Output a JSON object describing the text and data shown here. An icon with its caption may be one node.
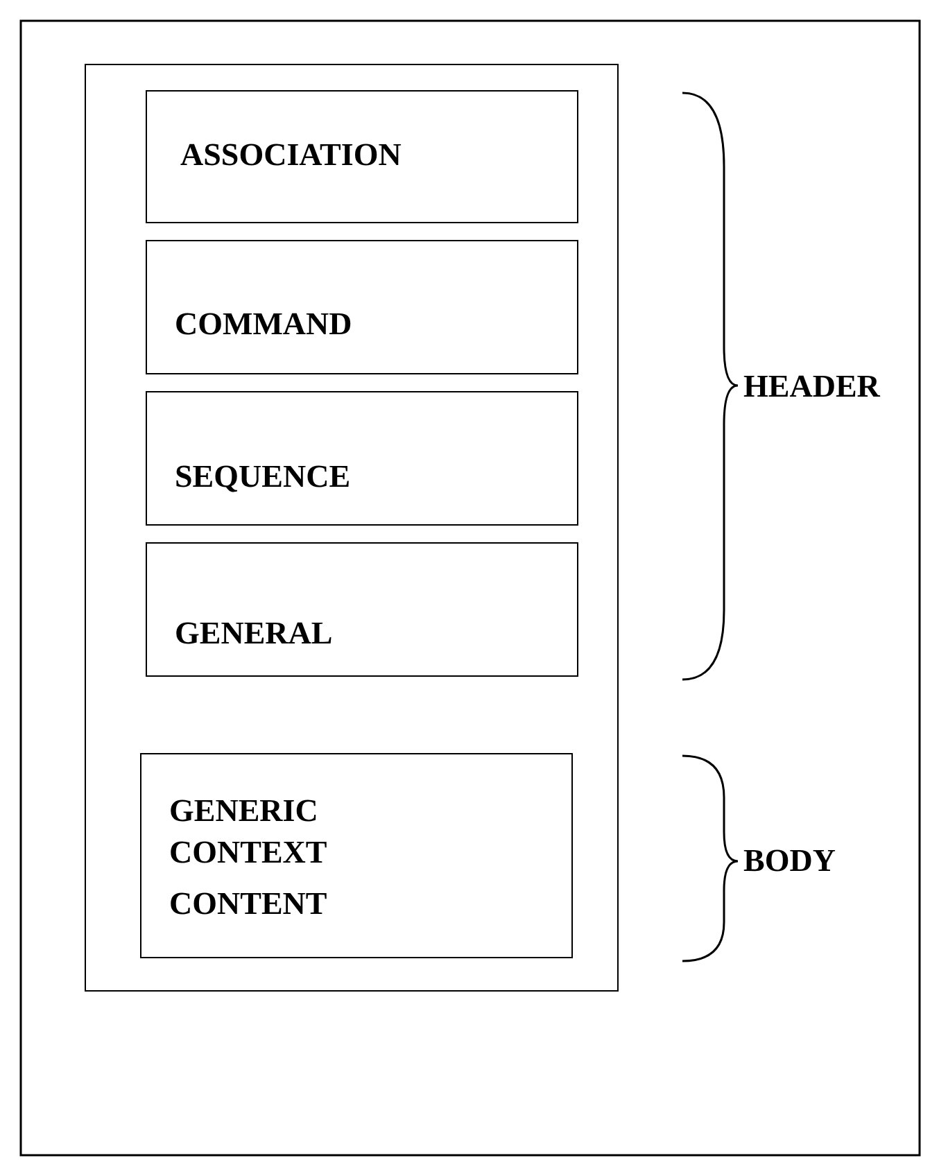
{
  "diagram": {
    "nodes": [
      {
        "text": [],
        "shape": "box"
      },
      {
        "text": [
          "ASSOCIATION"
        ],
        "in": 0
      },
      {
        "text": [
          "COMMAND"
        ],
        "in": 0
      },
      {
        "text": [
          "SEQUENCE"
        ],
        "in": 0
      },
      {
        "text": [
          "GENERAL"
        ],
        "in": 0
      },
      {
        "text": [
          "GENERIC CONTEXT",
          "CONTENT"
        ],
        "in": 0
      }
    ],
    "edges": [],
    "labels": [
      "HEADER",
      "BODY"
    ]
  }
}
